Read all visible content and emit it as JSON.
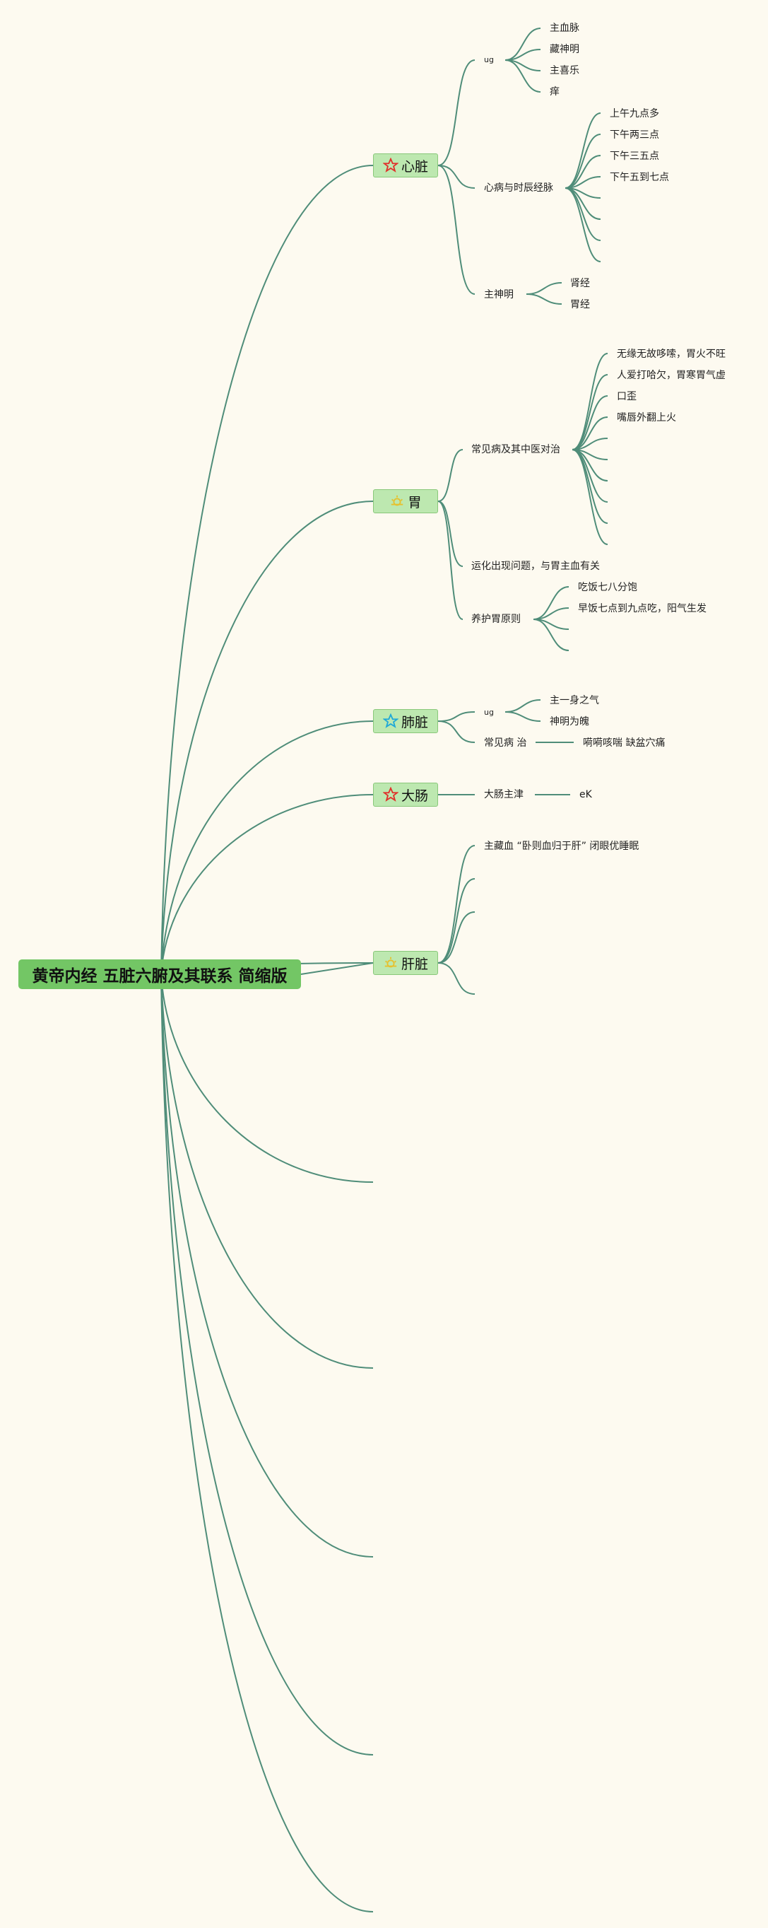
{
  "root": {
    "title": "黄帝内经 五脏六腑及其联系 简缩版"
  },
  "organs": {
    "heart": {
      "label": "心脏",
      "icon": "star-icon",
      "icon_color": "#e0302a"
    },
    "stomach": {
      "label": "胃",
      "icon": "sun-icon",
      "icon_color": "#e6c12e"
    },
    "lung": {
      "label": "肺脏",
      "icon": "star-icon",
      "icon_color": "#1fa8d8"
    },
    "colon": {
      "label": "大肠",
      "icon": "star-icon",
      "icon_color": "#e0302a"
    },
    "liver": {
      "label": "肝脏",
      "icon": "sun-icon",
      "icon_color": "#e6c12e"
    }
  },
  "heart": {
    "b1": {
      "label": "ug",
      "items": [
        "主血脉",
        "藏神明",
        "主喜乐",
        "痒"
      ]
    },
    "b2": {
      "label": "心病与时辰经脉",
      "items": [
        "上午九点多",
        "下午两三点",
        "下午三五点",
        "下午五到七点"
      ]
    },
    "b3": {
      "label": "主神明",
      "items": [
        "肾经",
        "胃经"
      ]
    }
  },
  "stomach": {
    "b1": {
      "label": "常见病及其中医对治",
      "items": [
        "无缘无故哆嗦，胃火不旺",
        "人爱打哈欠，胃寒胃气虚",
        "口歪",
        "嘴唇外翻上火"
      ]
    },
    "b2": {
      "label": "运化出现问题，与胃主血有关"
    },
    "b3": {
      "label": "养护胃原则",
      "items": [
        "吃饭七八分饱",
        "早饭七点到九点吃，阳气生发"
      ]
    }
  },
  "lung": {
    "b1": {
      "label": "ug",
      "items": [
        "主一身之气",
        "神明为魄"
      ]
    },
    "b2": {
      "label": "常见病 治",
      "item": "嗬嗬咳喘 缺盆穴痛"
    }
  },
  "colon": {
    "b1": {
      "label": "大肠主津",
      "item": "eK"
    }
  },
  "liver": {
    "b1": {
      "label": "主藏血 “卧则血归于肝” 闭眼优睡眠"
    }
  },
  "colors": {
    "link": "#4f8d79",
    "root_fill": "#73c665",
    "organ_fill": "#bde8b0",
    "background": "#fdfaf0"
  }
}
